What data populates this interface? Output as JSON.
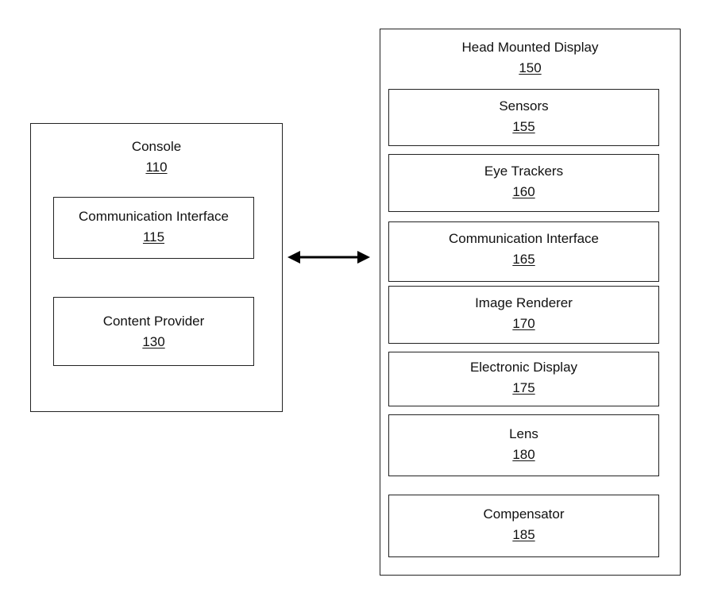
{
  "console": {
    "title": "Console",
    "ref": "110",
    "components": [
      {
        "label": "Communication Interface",
        "ref": "115"
      },
      {
        "label": "Content Provider",
        "ref": "130"
      }
    ]
  },
  "hmd": {
    "title": "Head Mounted Display",
    "ref": "150",
    "components": [
      {
        "label": "Sensors",
        "ref": "155"
      },
      {
        "label": "Eye Trackers",
        "ref": "160"
      },
      {
        "label": "Communication Interface",
        "ref": "165"
      },
      {
        "label": "Image Renderer",
        "ref": "170"
      },
      {
        "label": "Electronic Display",
        "ref": "175"
      },
      {
        "label": "Lens",
        "ref": "180"
      },
      {
        "label": "Compensator",
        "ref": "185"
      }
    ]
  }
}
